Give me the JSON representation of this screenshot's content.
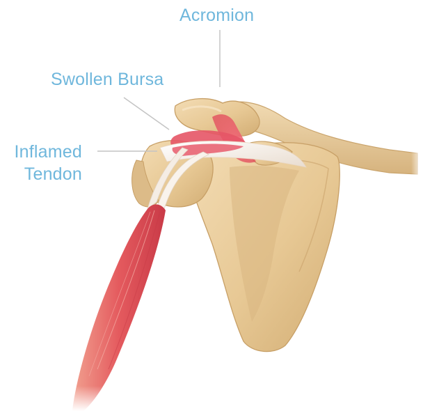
{
  "labels": {
    "acromion": "Acromion",
    "swollen_bursa": "Swollen Bursa",
    "inflamed_tendon_line1": "Inflamed",
    "inflamed_tendon_line2": "Tendon"
  },
  "colors": {
    "label_text": "#6fb7dc",
    "leader_line": "#c4c4c4",
    "bone": "#e8c99a",
    "bone_shadow": "#c9a36c",
    "muscle": "#e0565c",
    "inflammation": "#ec5a6a"
  }
}
